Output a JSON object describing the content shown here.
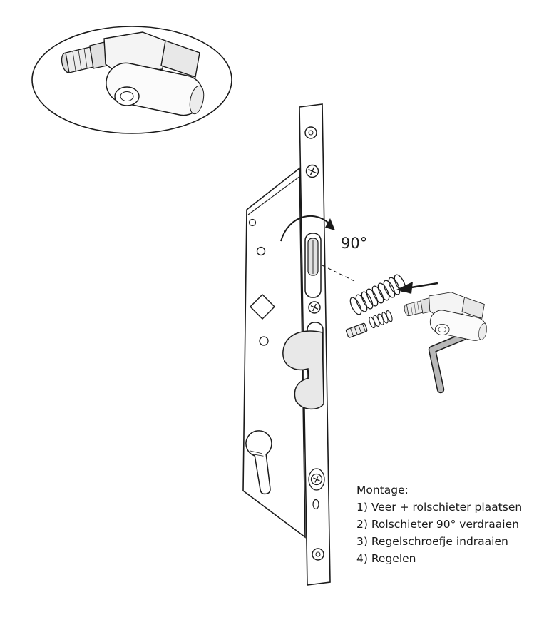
{
  "diagram": {
    "description": "Exploded assembly drawing of a mortise lock with roller latch (rolschieter), spring, set screw and allen key",
    "rotation_label": "90°",
    "montage": {
      "title": "Montage:",
      "steps": [
        "1) Veer + rolschieter plaatsen",
        "2) Rolschieter 90° verdraaien",
        "3) Regelschroefje indraaien",
        "4) Regelen"
      ]
    },
    "colors": {
      "ink": "#1a1a1a",
      "background": "#ffffff",
      "shade_light": "#ececec",
      "metal_gray": "#b8b8b8"
    }
  }
}
